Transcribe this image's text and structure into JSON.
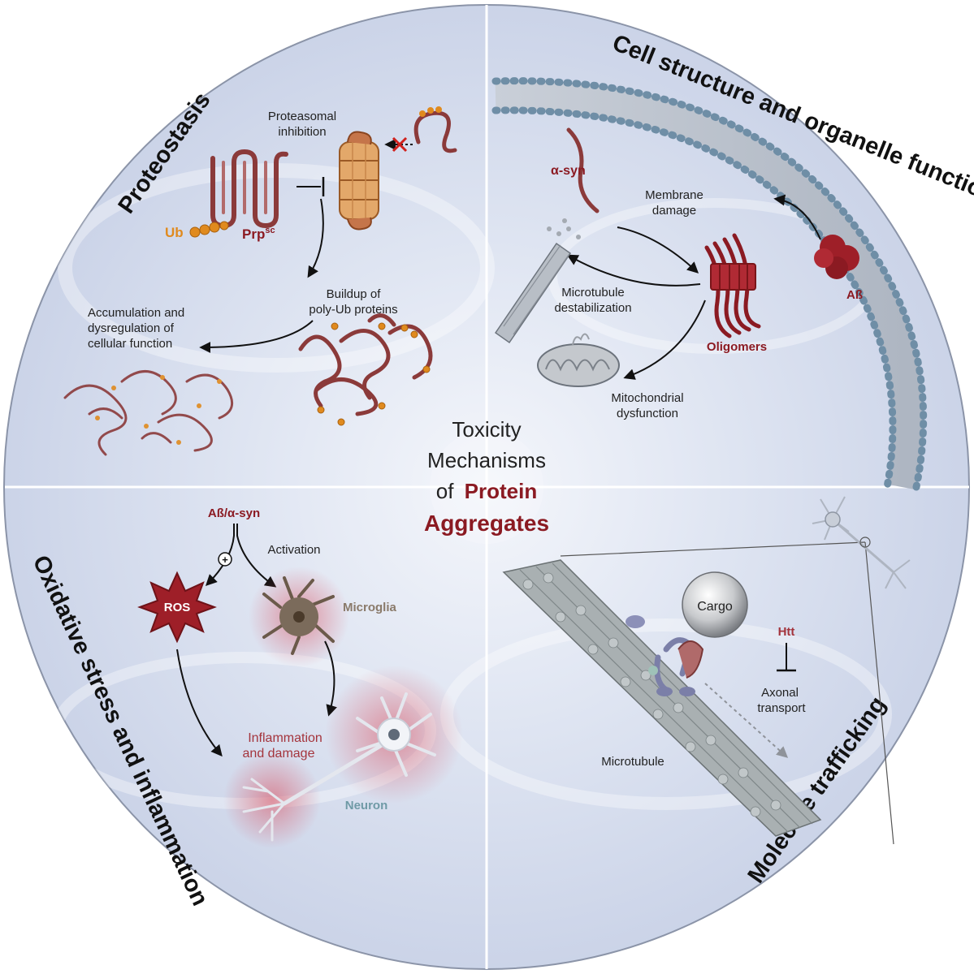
{
  "center": {
    "line1": "Toxicity",
    "line2": "Mechanisms",
    "line3_prefix": "of",
    "line3_emph": "Protein",
    "line4": "Aggregates"
  },
  "quadrants": {
    "proteostasis": {
      "title": "Proteostasis",
      "proteasomal": [
        "Proteasomal",
        "inhibition"
      ],
      "ub": "Ub",
      "prp": "Prp",
      "prp_sup": "sc",
      "buildup": [
        "Buildup of",
        "poly-Ub proteins"
      ],
      "accumulation": [
        "Accumulation and",
        "dysregulation of",
        "cellular function"
      ]
    },
    "cell_structure": {
      "title": "Cell structure and organelle function",
      "asyn": "α-syn",
      "membrane": [
        "Membrane",
        "damage"
      ],
      "abeta": "Aß",
      "microtubule": [
        "Microtubule",
        "destabilization"
      ],
      "oligomers": "Oligomers",
      "mito": [
        "Mitochondrial",
        "dysfunction"
      ]
    },
    "oxidative": {
      "title": "Oxidative stress  and inflammation",
      "trigger": "Aß/α-syn",
      "activation": "Activation",
      "plus": "+",
      "ros": "ROS",
      "microglia": "Microglia",
      "inflammation": [
        "Inflammation",
        "and damage"
      ],
      "neuron": "Neuron"
    },
    "trafficking": {
      "title": "Molecule trafficking",
      "cargo": "Cargo",
      "htt": "Htt",
      "axonal": [
        "Axonal",
        "transport"
      ],
      "microtubule": "Microtubule"
    }
  },
  "colors": {
    "accent_red": "#8b1a22",
    "ub_orange": "#e08a1e",
    "microglia_label": "#8a7a6a",
    "neuron_label": "#6f9aa6",
    "inflammation_label": "#a4343c"
  }
}
